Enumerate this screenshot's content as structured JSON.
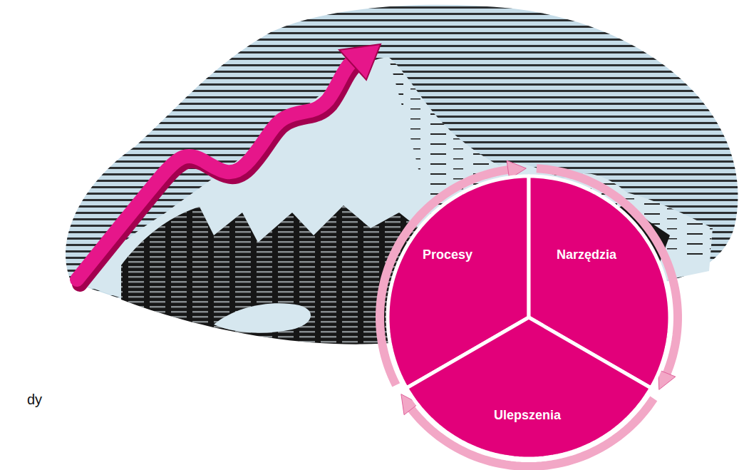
{
  "diagram": {
    "nodes": [
      {
        "text": [
          "Procesy"
        ]
      },
      {
        "text": [
          "Narzędzia"
        ]
      },
      {
        "text": [
          "Ulepszenia"
        ]
      }
    ],
    "edges": [
      {
        "from": 0,
        "to": 1,
        "arrow": "to"
      },
      {
        "from": 1,
        "to": 2,
        "arrow": "to"
      },
      {
        "from": 2,
        "to": 0,
        "arrow": "to"
      }
    ],
    "labels": [
      "dy"
    ]
  }
}
